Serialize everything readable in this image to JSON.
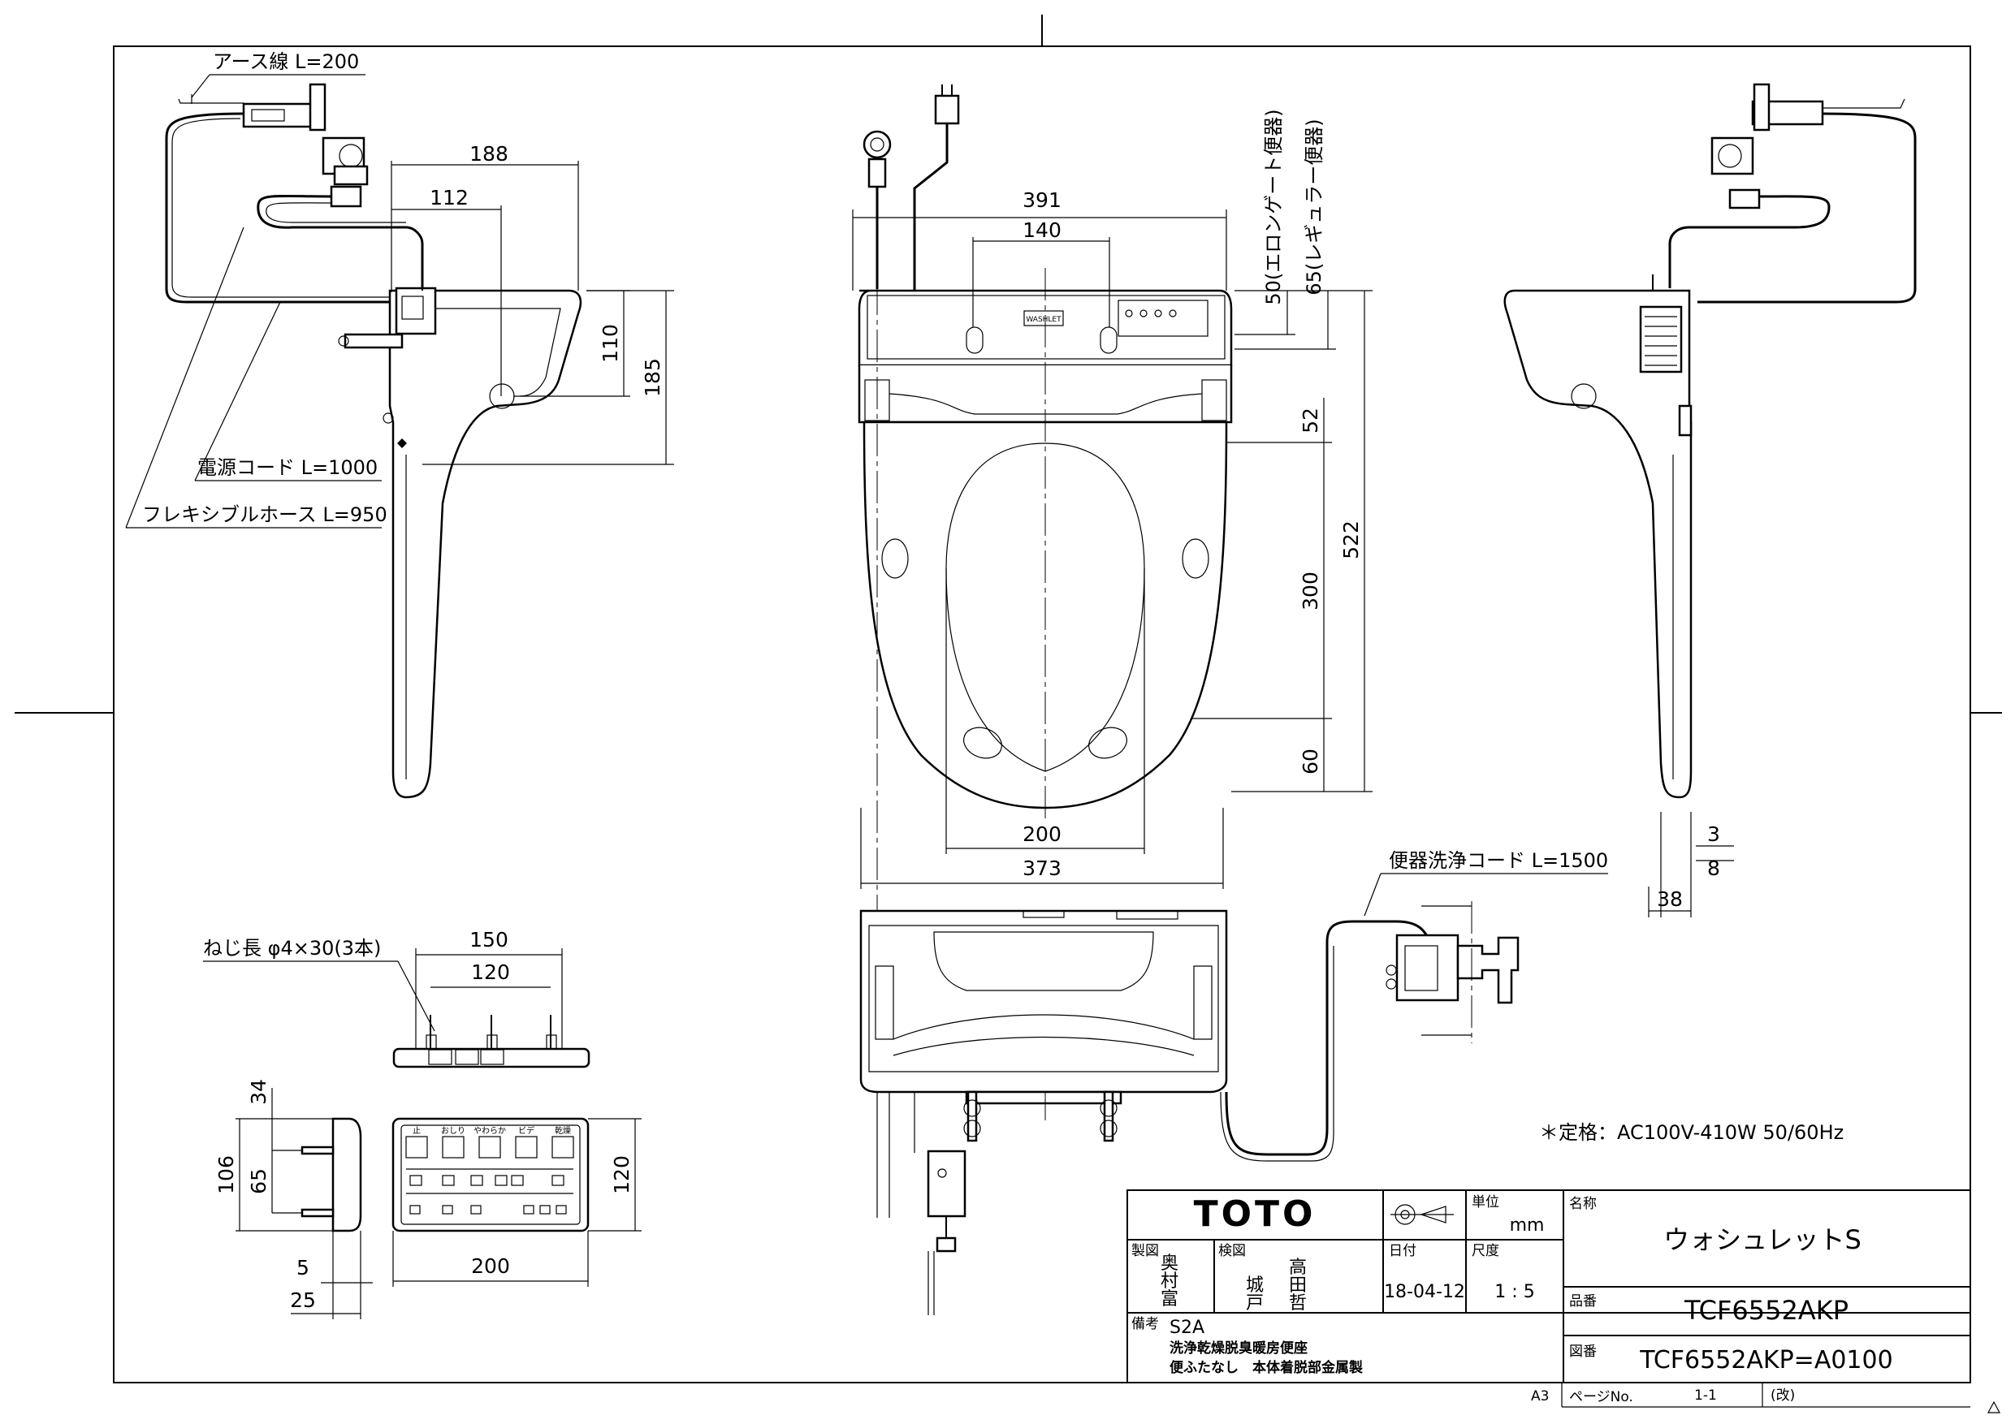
{
  "side_view_left": {
    "earth_wire": "アース線 L=200",
    "power_cord": "電源コード L=1000",
    "flexible_hose": "フレキシブルホース L=950",
    "dims": [
      "188",
      "112",
      "110",
      "185"
    ]
  },
  "front_view": {
    "dims": [
      "391",
      "140",
      "52",
      "522",
      "300",
      "60",
      "200",
      "373"
    ],
    "elongated_note": "50(エロンゲート便器)",
    "regular_note": "65(レギュラー便器)",
    "brand_mark": "WASHLET"
  },
  "side_view_right": {
    "dims": [
      "3",
      "8",
      "38"
    ]
  },
  "flush_cord": "便器洗浄コード L=1500",
  "remote_bracket": {
    "screw_note": "ねじ長 φ4×30(3本)",
    "dims": [
      "150",
      "120"
    ]
  },
  "remote_side": {
    "dims": [
      "34",
      "106",
      "65",
      "5",
      "25"
    ]
  },
  "remote_front": {
    "dims": [
      "120",
      "200"
    ],
    "button_labels": [
      "止",
      "おしり",
      "やわらか",
      "ビデ",
      "乾燥"
    ]
  },
  "rating": "＊定格：AC100V-410W 50/60Hz",
  "title_block": {
    "logo": "TOTO",
    "unit_label": "単位",
    "unit": "mm",
    "name_label": "名称",
    "product_name": "ウォシュレットS",
    "drawn_label": "製図",
    "drawn_by": [
      "奥",
      "村",
      "富"
    ],
    "checked_label": "検図",
    "checked_by": [
      "高",
      "城",
      "田",
      "戸",
      "哲"
    ],
    "date_label": "日付",
    "date": "18-04-12",
    "scale_label": "尺度",
    "scale": "1 : 5",
    "part_label": "品番",
    "part_no": "TCF6552AKP",
    "drawing_label": "図番",
    "drawing_no": "TCF6552AKP=A0100",
    "remarks_label": "備考",
    "remarks": [
      "S2A",
      "洗浄乾燥脱臭暖房便座",
      "便ふたなし　本体着脱部金属製"
    ],
    "sheet_size": "A3",
    "page_label": "ページNo.",
    "page": "1-1",
    "revision": "(改)"
  }
}
